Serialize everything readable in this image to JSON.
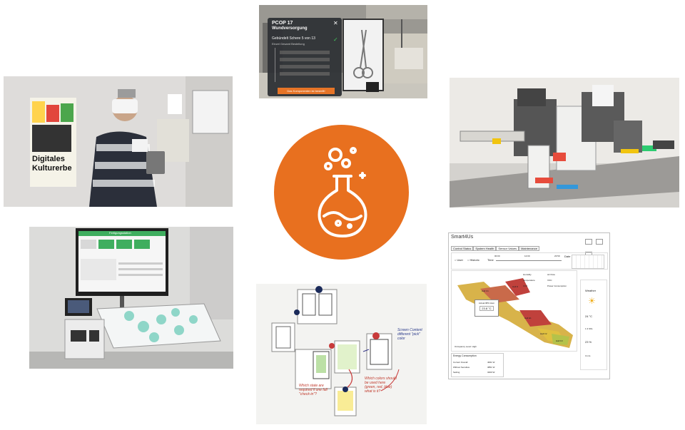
{
  "colors": {
    "accent_orange": "#e8701f",
    "white": "#ffffff"
  },
  "center_icon": {
    "icon": "lab-flask-icon"
  },
  "photos": {
    "ar_headset_view": {
      "panel_title": "PCOP 17",
      "panel_subtitle": "Wundversorgung",
      "section": "Gebündelt Schere 5 von 13",
      "tabs": "Einzel Gesamt Bestellung",
      "action": "Das Komponenten ist bestellt!"
    },
    "vr_user": {
      "poster_line1": "Digitales",
      "poster_line2": "Kulturerbe"
    },
    "lego_factory": {},
    "interactive_table": {
      "screen_title": "Fertigungsstation"
    },
    "paper_prototypes": {
      "note_right": "Screen Content different \"pick\" color",
      "note_left": "Which state are required if one fall \"check-in\"?",
      "note_bottom": "Which colors should be used here (green, red, blue) what is it?"
    },
    "smart4us_app": {
      "window_title": "Smart4Us",
      "tabs": [
        "Control Status",
        "System Health",
        "Sensor Values",
        "Maintenance"
      ],
      "radio_user": "User",
      "radio_historic": "Historic",
      "time_label": "Time",
      "date_label": "Date",
      "time_ticks": [
        "00:00",
        "12:00",
        "23:59"
      ],
      "legend": [
        "Humidity",
        "Temperature",
        "CO2",
        "Air Flow",
        "VOC",
        "Power Consumption"
      ],
      "weather_title": "Weather",
      "weather_values": [
        "24 °C",
        "1.3 hPa",
        "23 %",
        "3 m/s"
      ],
      "tooltip_label": "Actual 98% Hum",
      "tooltip_value": "23.8 °C",
      "map_labels": [
        "Hall C1",
        "Hall D",
        "Hall E1",
        "Hall F2",
        "Hall F3"
      ],
      "floor_label": "Occupancy Level: High",
      "energy_title": "Energy Consumption",
      "energy_rows": [
        {
          "label": "Current Overall",
          "value": "4001 W"
        },
        {
          "label": "Without Sensitive",
          "value": "3851 W"
        },
        {
          "label": "Setting",
          "value": "3400 W"
        }
      ]
    }
  }
}
